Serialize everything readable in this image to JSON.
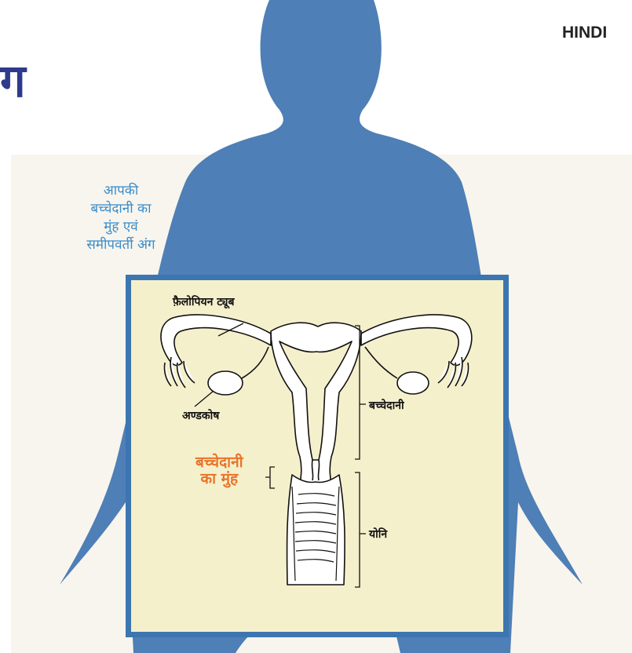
{
  "header": {
    "language_tag": "HINDI",
    "heading_fragment": "ग"
  },
  "intro_caption": {
    "lines": [
      "आपकी",
      "बच्चेदानी का",
      "मुंह एवं",
      "समीपवर्ती अंग"
    ]
  },
  "diagram": {
    "labels": {
      "fallopian_tube": "फ़ैलोपियन ट्यूब",
      "ovary": "अण्डकोष",
      "uterus": "बच्चेदानी",
      "cervix_line1": "बच्चेदानी",
      "cervix_line2": "का मुंह",
      "vagina": "योनि"
    }
  },
  "colors": {
    "silhouette": "#4e7fb6",
    "frame": "#3c76b1",
    "diagram_bg": "#f5f0cc",
    "page_bg": "#f8f5ee",
    "caption": "#3a8cc9",
    "cervix_label": "#e8742a",
    "heading": "#2e3a8c"
  }
}
